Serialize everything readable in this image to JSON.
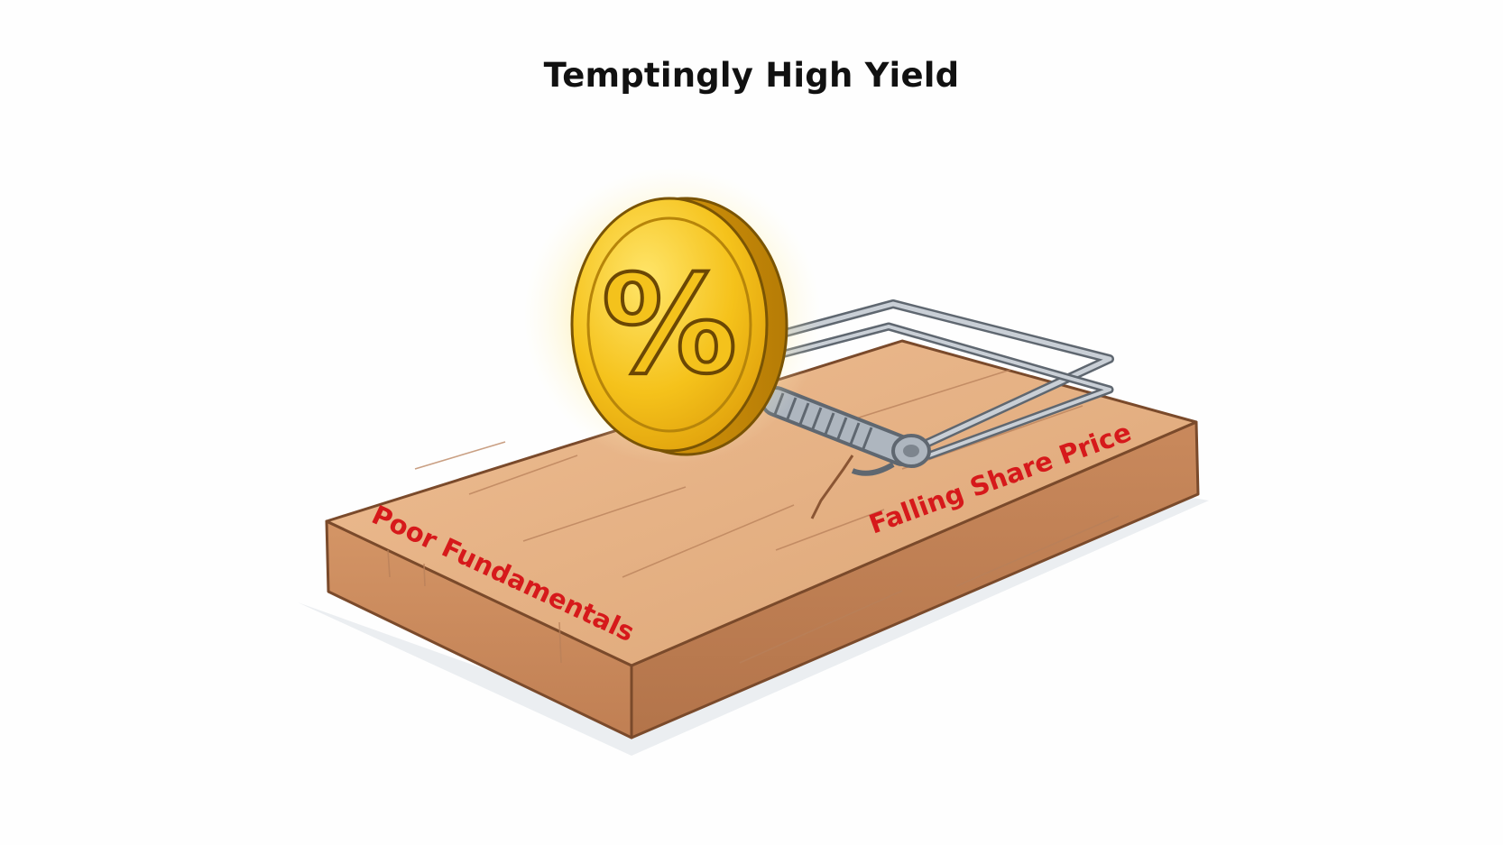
{
  "headline": "Temptingly High Yield",
  "coin": {
    "symbol": "%",
    "icon": "percent-coin-icon"
  },
  "labels": {
    "left": "Poor Fundamentals",
    "right": "Falling Share Price"
  },
  "colors": {
    "label_red": "#d6191b",
    "coin_gold": "#f4c21c",
    "coin_edge": "#c98f0a",
    "wood_top": "#e6b185",
    "wood_side": "#c98a5e",
    "metal": "#9aa3ad"
  }
}
